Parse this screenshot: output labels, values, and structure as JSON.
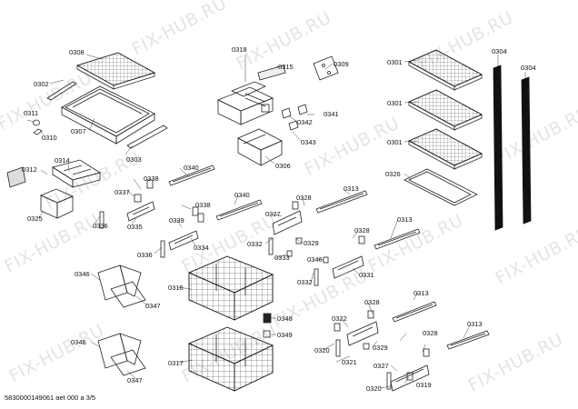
{
  "watermark": "FIX-HUB.RU",
  "footer": "5830000149061 aet 000 a 3/5",
  "part_labels": [
    "0308",
    "0302",
    "0311",
    "0310",
    "0307",
    "0303",
    "0312",
    "0314",
    "0325",
    "0318",
    "0315",
    "0309",
    "0342",
    "0341",
    "0343",
    "0306",
    "0301",
    "0304",
    "0326",
    "0338",
    "0337",
    "0340",
    "0336",
    "0335",
    "0339",
    "0334",
    "0328",
    "0313",
    "0327",
    "0332",
    "0329",
    "0333",
    "0346",
    "0331",
    "0316",
    "0347",
    "0348",
    "0349",
    "0317",
    "0322",
    "0320",
    "0321",
    "0319"
  ]
}
